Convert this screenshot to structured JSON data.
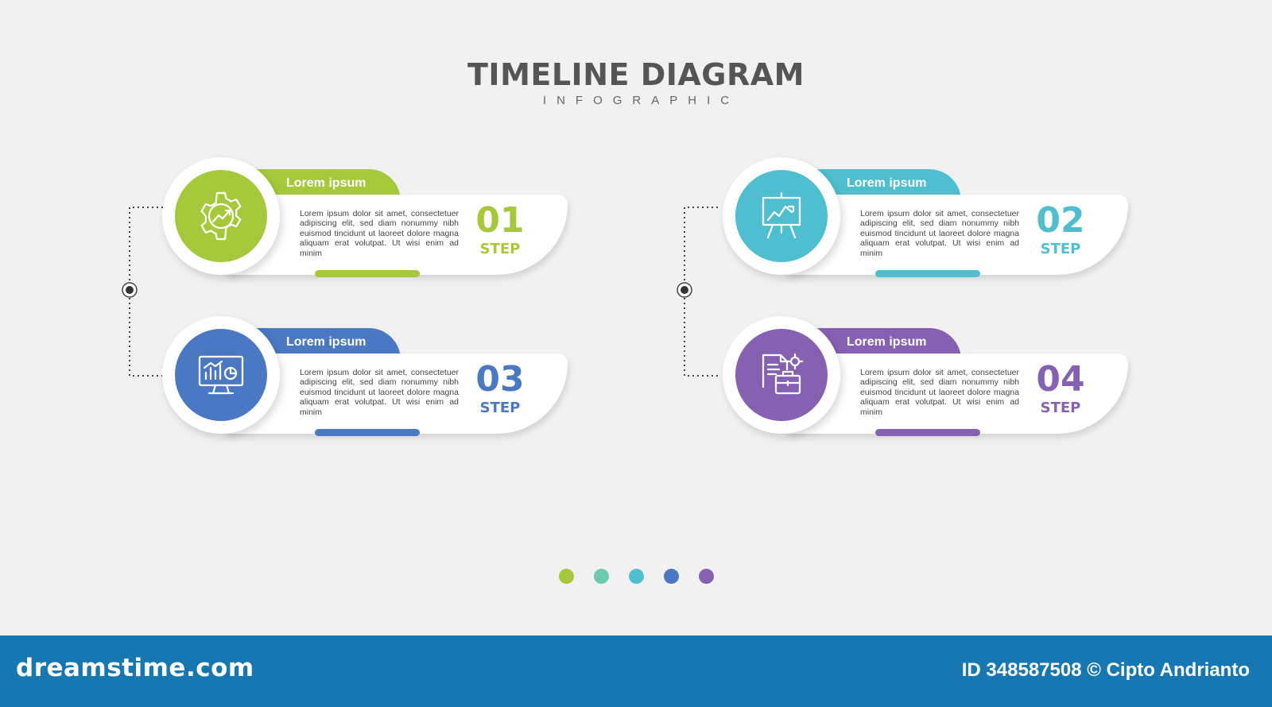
{
  "header": {
    "title": "TIMELINE DIAGRAM",
    "subtitle": "INFOGRAPHIC"
  },
  "steps": [
    {
      "number": "01",
      "step_label": "STEP",
      "heading": "Lorem ipsum",
      "text": "Lorem ipsum dolor sit amet, consectetuer adipiscing elit, sed diam nonummy nibh euismod tincidunt ut laoreet dolore magna aliquam erat volutpat. Ut wisi enim ad minim",
      "color": "#a5c93a",
      "icon": "gear-chart-icon"
    },
    {
      "number": "02",
      "step_label": "STEP",
      "heading": "Lorem ipsum",
      "text": "Lorem ipsum dolor sit amet, consectetuer adipiscing elit, sed diam nonummy nibh euismod tincidunt ut laoreet dolore magna aliquam erat volutpat. Ut wisi enim ad minim",
      "color": "#4fbfcf",
      "icon": "presentation-board-icon"
    },
    {
      "number": "03",
      "step_label": "STEP",
      "heading": "Lorem ipsum",
      "text": "Lorem ipsum dolor sit amet, consectetuer adipiscing elit, sed diam nonummy nibh euismod tincidunt ut laoreet dolore magna aliquam erat volutpat. Ut wisi enim ad minim",
      "color": "#4a78c2",
      "icon": "monitor-analytics-icon"
    },
    {
      "number": "04",
      "step_label": "STEP",
      "heading": "Lorem ipsum",
      "text": "Lorem ipsum dolor sit amet, consectetuer adipiscing elit, sed diam nonummy nibh euismod tincidunt ut laoreet dolore magna aliquam erat volutpat. Ut wisi enim ad minim",
      "color": "#8661b2",
      "icon": "briefcase-document-icon"
    }
  ],
  "palette": [
    "#a5c93a",
    "#6ccab1",
    "#4fbfcf",
    "#4a78c2",
    "#8661b2"
  ],
  "footer": {
    "brand": "dreamstime.com",
    "credit": "ID 348587508 © Cipto Andrianto"
  }
}
